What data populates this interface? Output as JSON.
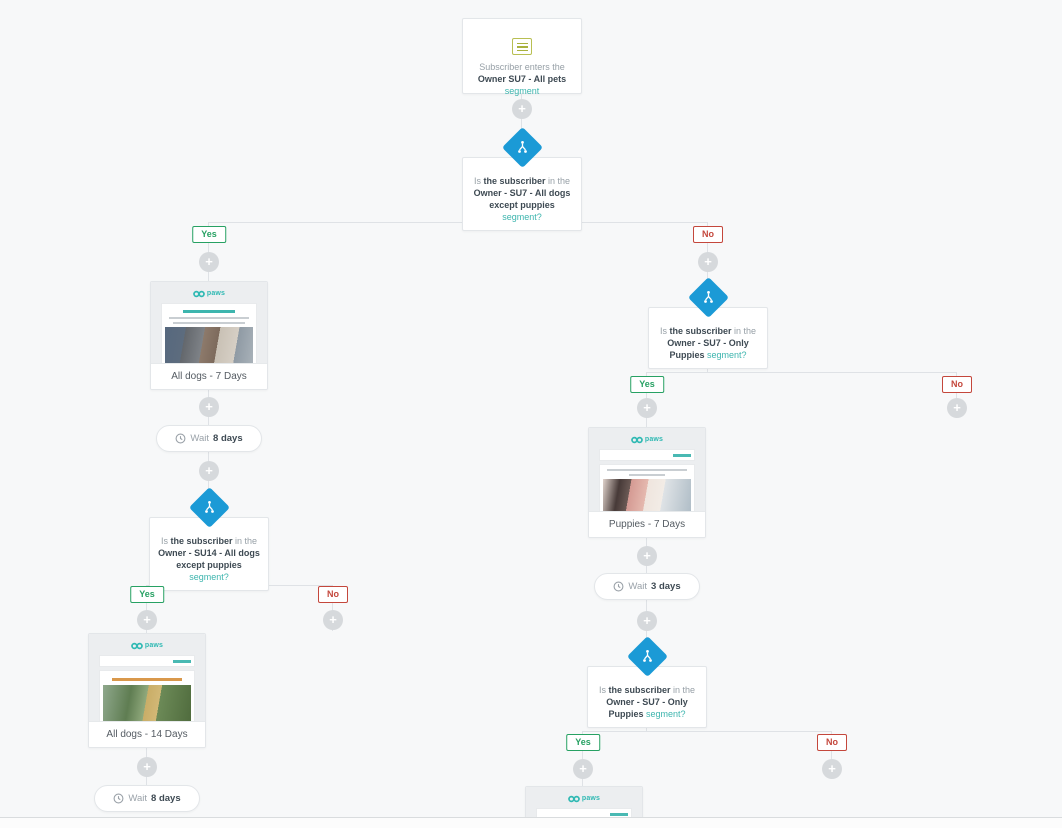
{
  "colors": {
    "canvas_bg": "#f7f8f9",
    "connector": "#dfe2e6",
    "diamond_blue": "#1b9ad6",
    "yes_green": "#27a163",
    "no_red": "#c4473c",
    "link_teal": "#3db5ae",
    "brand_teal": "#2fb9b3",
    "trigger_icon_olive": "#a9b23f"
  },
  "brand": {
    "logo_text": "paws"
  },
  "icons": {
    "plus_glyph": "+"
  },
  "trigger": {
    "icon": "segment-list-icon",
    "text1": "Subscriber enters the ",
    "strong1": "Owner SU7 - All pets",
    "link": "segment"
  },
  "decisions": {
    "d1": {
      "text1": "Is ",
      "strong1": "the subscriber",
      "text2": " in the ",
      "strong2": "Owner - SU7 - All dogs except puppies",
      "link": "segment?"
    },
    "d2": {
      "text1": "Is ",
      "strong1": "the subscriber",
      "text2": " in the ",
      "strong2": "Owner - SU14 - All dogs except puppies",
      "link": "segment?"
    },
    "d3": {
      "text1": "Is ",
      "strong1": "the subscriber",
      "text2": " in the ",
      "strong2": "Owner - SU7 - Only Puppies",
      "link": "segment?"
    },
    "d4": {
      "text1": "Is ",
      "strong1": "the subscriber",
      "text2": " in the ",
      "strong2": "Owner - SU7 - Only Puppies",
      "link": "segment?"
    }
  },
  "branches": {
    "yes": "Yes",
    "no": "No"
  },
  "waits": {
    "w1": {
      "prefix": "Wait",
      "value": "8 days"
    },
    "w2": {
      "prefix": "Wait",
      "value": "8 days"
    },
    "w3": {
      "prefix": "Wait",
      "value": "3 days"
    }
  },
  "emails": {
    "e1": {
      "label": "All dogs - 7 Days"
    },
    "e2": {
      "label": "All dogs - 14 Days"
    },
    "e3": {
      "label": "Puppies - 7 Days"
    }
  }
}
